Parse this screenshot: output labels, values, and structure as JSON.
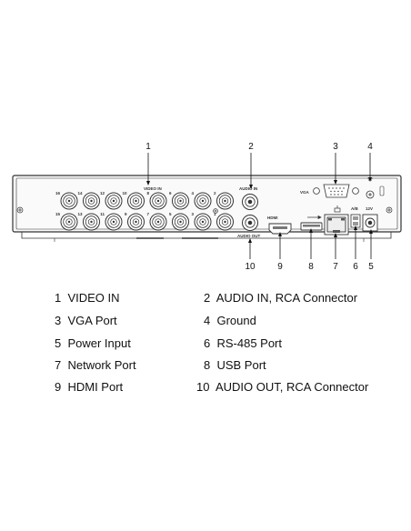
{
  "callouts": [
    "1",
    "2",
    "3",
    "4",
    "5",
    "6",
    "7",
    "8",
    "9",
    "10"
  ],
  "panel_labels": {
    "video_in": "VIDEO IN",
    "audio_in": "AUDIO IN",
    "audio_out": "AUDIO OUT",
    "vga": "VGA",
    "hdmi": "HDMI",
    "ab": "A/B",
    "power": "12V",
    "bnc_top_numbers": [
      "16",
      "14",
      "12",
      "10",
      "8",
      "6",
      "4",
      "2"
    ],
    "bnc_bottom_numbers": [
      "15",
      "13",
      "11",
      "9",
      "7",
      "5",
      "3",
      "1"
    ]
  },
  "legend": [
    {
      "num": "1",
      "text": "VIDEO IN"
    },
    {
      "num": "2",
      "text": "AUDIO IN, RCA Connector"
    },
    {
      "num": "3",
      "text": "VGA Port"
    },
    {
      "num": "4",
      "text": "Ground"
    },
    {
      "num": "5",
      "text": "Power Input"
    },
    {
      "num": "6",
      "text": "RS-485 Port"
    },
    {
      "num": "7",
      "text": "Network Port"
    },
    {
      "num": "8",
      "text": "USB Port"
    },
    {
      "num": "9",
      "text": "HDMI Port"
    },
    {
      "num": "10",
      "text": "AUDIO OUT, RCA Connector"
    }
  ]
}
